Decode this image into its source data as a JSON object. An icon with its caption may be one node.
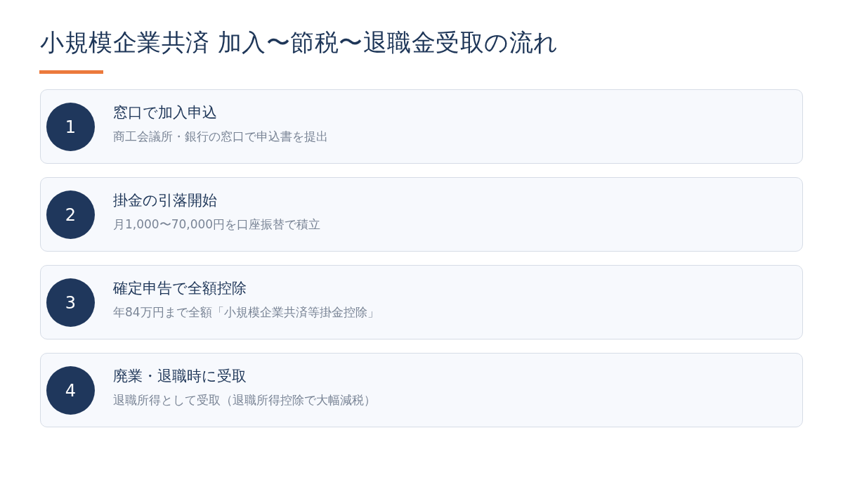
{
  "diagram": {
    "title": "小規模企業共済 加入〜節税〜退職金受取の流れ",
    "nodes": [
      {
        "text": [
          "窓口で加入申込",
          "商工会議所・銀行の窓口で申込書を提出"
        ]
      },
      {
        "text": [
          "1"
        ],
        "in": 0
      },
      {
        "text": [
          "掛金の引落開始",
          "月1,000〜70,000円を口座振替で積立"
        ]
      },
      {
        "text": [
          "2"
        ],
        "in": 2
      },
      {
        "text": [
          "確定申告で全額控除",
          "年84万円まで全額「小規模企業共済等掛金控除」"
        ]
      },
      {
        "text": [
          "3"
        ],
        "in": 4
      },
      {
        "text": [
          "廃業・退職時に受取",
          "退職所得として受取（退職所得控除で大幅減税）"
        ]
      },
      {
        "text": [
          "4"
        ],
        "in": 6
      }
    ],
    "edges": []
  }
}
